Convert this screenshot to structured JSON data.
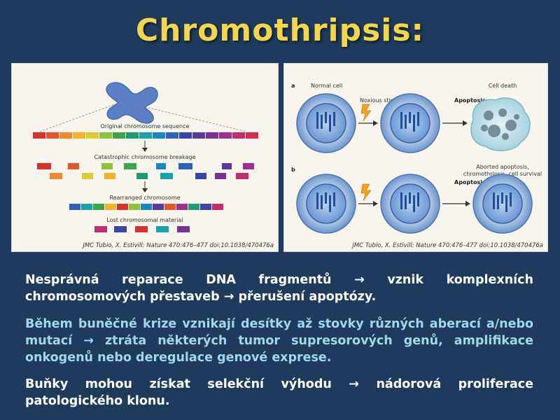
{
  "title": "Chromothripsis:",
  "left_figure": {
    "labels": {
      "original": "Original chromosome sequence",
      "breakage": "Catastrophic chromosome breakage",
      "rearranged": "Rearranged chromosome",
      "lost": "Lost chromosomal material"
    },
    "credit": "JMC Tubio, X. Estivill: Nature 470:476–477 doi:10.1038/470476a"
  },
  "right_figure": {
    "labels": {
      "a": "a",
      "b": "b",
      "normal_cell": "Normal cell",
      "noxious_stimulus": "Noxious stimulus",
      "apoptosis_a": "Apoptosis",
      "cell_death": "Cell death",
      "apoptosis_b": "Apoptosis",
      "aborted_line1": "Aborted apoptosis,",
      "aborted_line2": "chromothripsis, cell survival"
    },
    "credit": "JMC Tubio, X. Estivill: Nature 470:476–477 doi:10.1038/470476a"
  },
  "paragraphs": [
    "Nesprávná reparace DNA fragmentů → vznik komplexních chromosomových přestaveb → přerušení apoptózy.",
    "Během buněčné krize vznikají desítky až stovky různých aberací a/nebo mutací → ztráta některých tumor supresorových genů, amplifikace onkogenů nebo deregulace genové exprese.",
    "Buňky mohou získat selekční výhodu → nádorová proliferace patologického klonu."
  ],
  "colors": {
    "background": "#1f3a5c",
    "title": "#f2d64b",
    "paragraph_white": "#ffffff",
    "paragraph_cyan": "#9fd8e8"
  }
}
